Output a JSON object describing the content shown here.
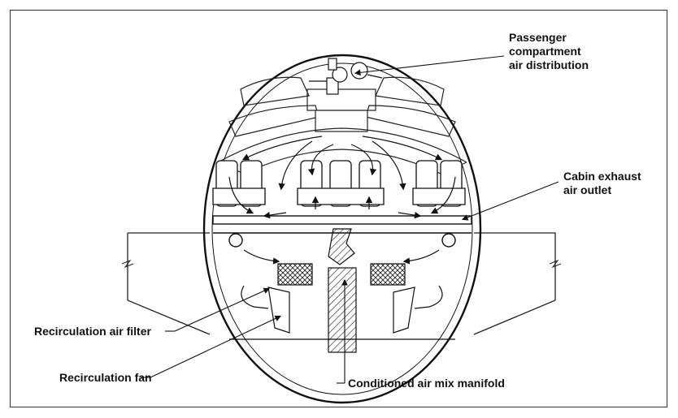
{
  "labels": {
    "passenger_distribution": [
      "Passenger",
      "compartment",
      "air distribution"
    ],
    "cabin_exhaust": [
      "Cabin exhaust",
      "air outlet"
    ],
    "recirc_filter": "Recirculation air filter",
    "recirc_fan": "Recirculation fan",
    "mix_manifold": "Conditioned air mix manifold"
  }
}
